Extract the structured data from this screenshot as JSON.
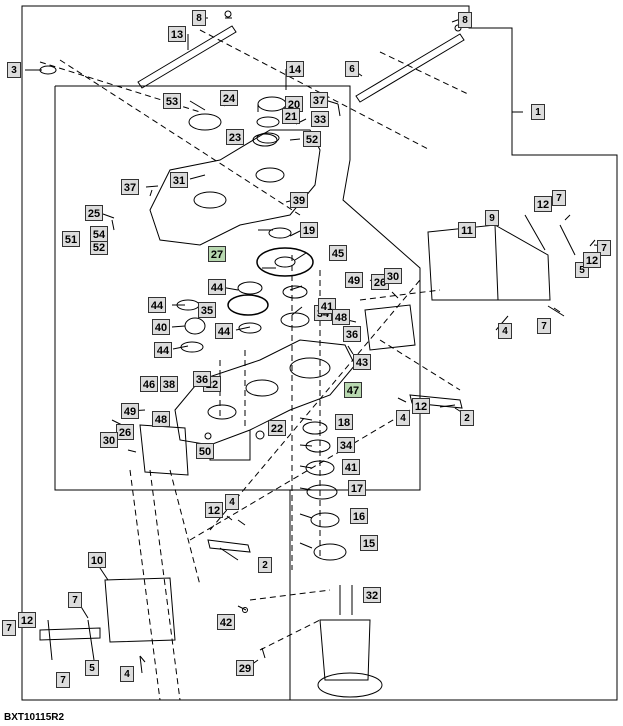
{
  "diagram": {
    "caption": "BXT10115R2",
    "callouts": [
      "1",
      "2",
      "2",
      "2",
      "3",
      "4",
      "4",
      "4",
      "4",
      "5",
      "5",
      "6",
      "7",
      "7",
      "7",
      "7",
      "7",
      "7",
      "8",
      "8",
      "9",
      "10",
      "11",
      "12",
      "12",
      "12",
      "12",
      "12",
      "13",
      "14",
      "15",
      "16",
      "17",
      "18",
      "19",
      "20",
      "21",
      "22",
      "22",
      "23",
      "24",
      "25",
      "26",
      "26",
      "27",
      "29",
      "30",
      "30",
      "31",
      "32",
      "33",
      "34",
      "34",
      "35",
      "36",
      "36",
      "37",
      "37",
      "38",
      "39",
      "40",
      "41",
      "41",
      "42",
      "43",
      "44",
      "44",
      "44",
      "44",
      "45",
      "46",
      "47",
      "48",
      "48",
      "49",
      "49",
      "50",
      "51",
      "52",
      "52",
      "53",
      "54"
    ]
  }
}
